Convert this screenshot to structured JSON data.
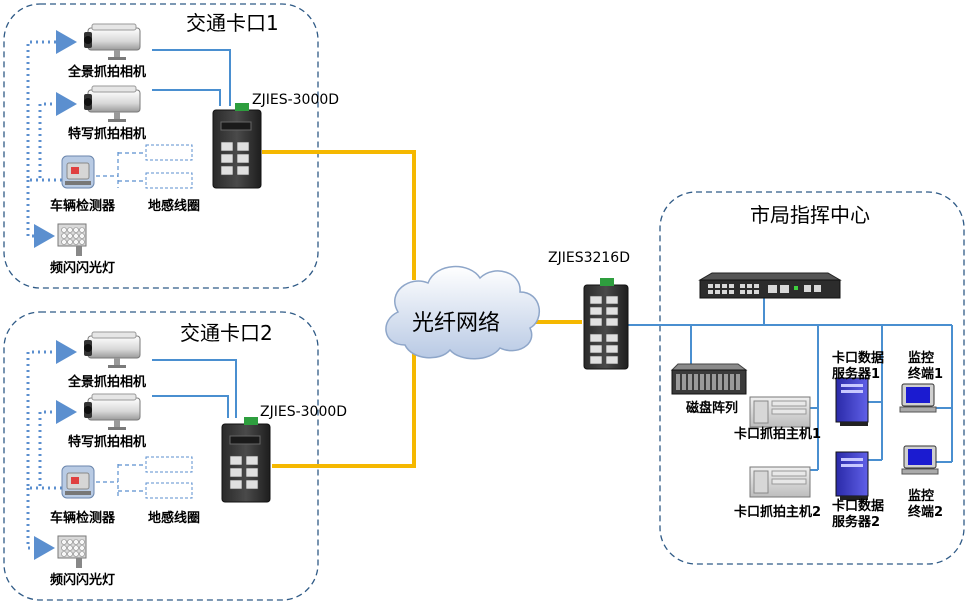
{
  "checkpoint1": {
    "title": "交通卡口1",
    "switch_model": "ZJIES-3000D",
    "panorama_camera": "全景抓拍相机",
    "closeup_camera": "特写抓拍相机",
    "vehicle_detector": "车辆检测器",
    "ground_loop": "地感线圈",
    "strobe_light": "频闪闪光灯"
  },
  "checkpoint2": {
    "title": "交通卡口2",
    "switch_model": "ZJIES-3000D",
    "panorama_camera": "全景抓拍相机",
    "closeup_camera": "特写抓拍相机",
    "vehicle_detector": "车辆检测器",
    "ground_loop": "地感线圈",
    "strobe_light": "频闪闪光灯"
  },
  "network": {
    "cloud_label": "光纤网络",
    "core_switch_model": "ZJIES3216D"
  },
  "center": {
    "title": "市局指挥中心",
    "disk_array": "磁盘阵列",
    "capture_host1": "卡口抓拍主机1",
    "capture_host2": "卡口抓拍主机2",
    "data_server1": [
      "卡口数据",
      "服务器1"
    ],
    "data_server2": [
      "卡口数据",
      "服务器2"
    ],
    "monitor1": [
      "监控",
      "终端1"
    ],
    "monitor2": [
      "监控",
      "终端2"
    ]
  },
  "colors": {
    "fiber": "#f5b800",
    "ethernet": "#4a8fd0",
    "dotted": "#5b8fcf",
    "boundary": "#2f5a86"
  }
}
